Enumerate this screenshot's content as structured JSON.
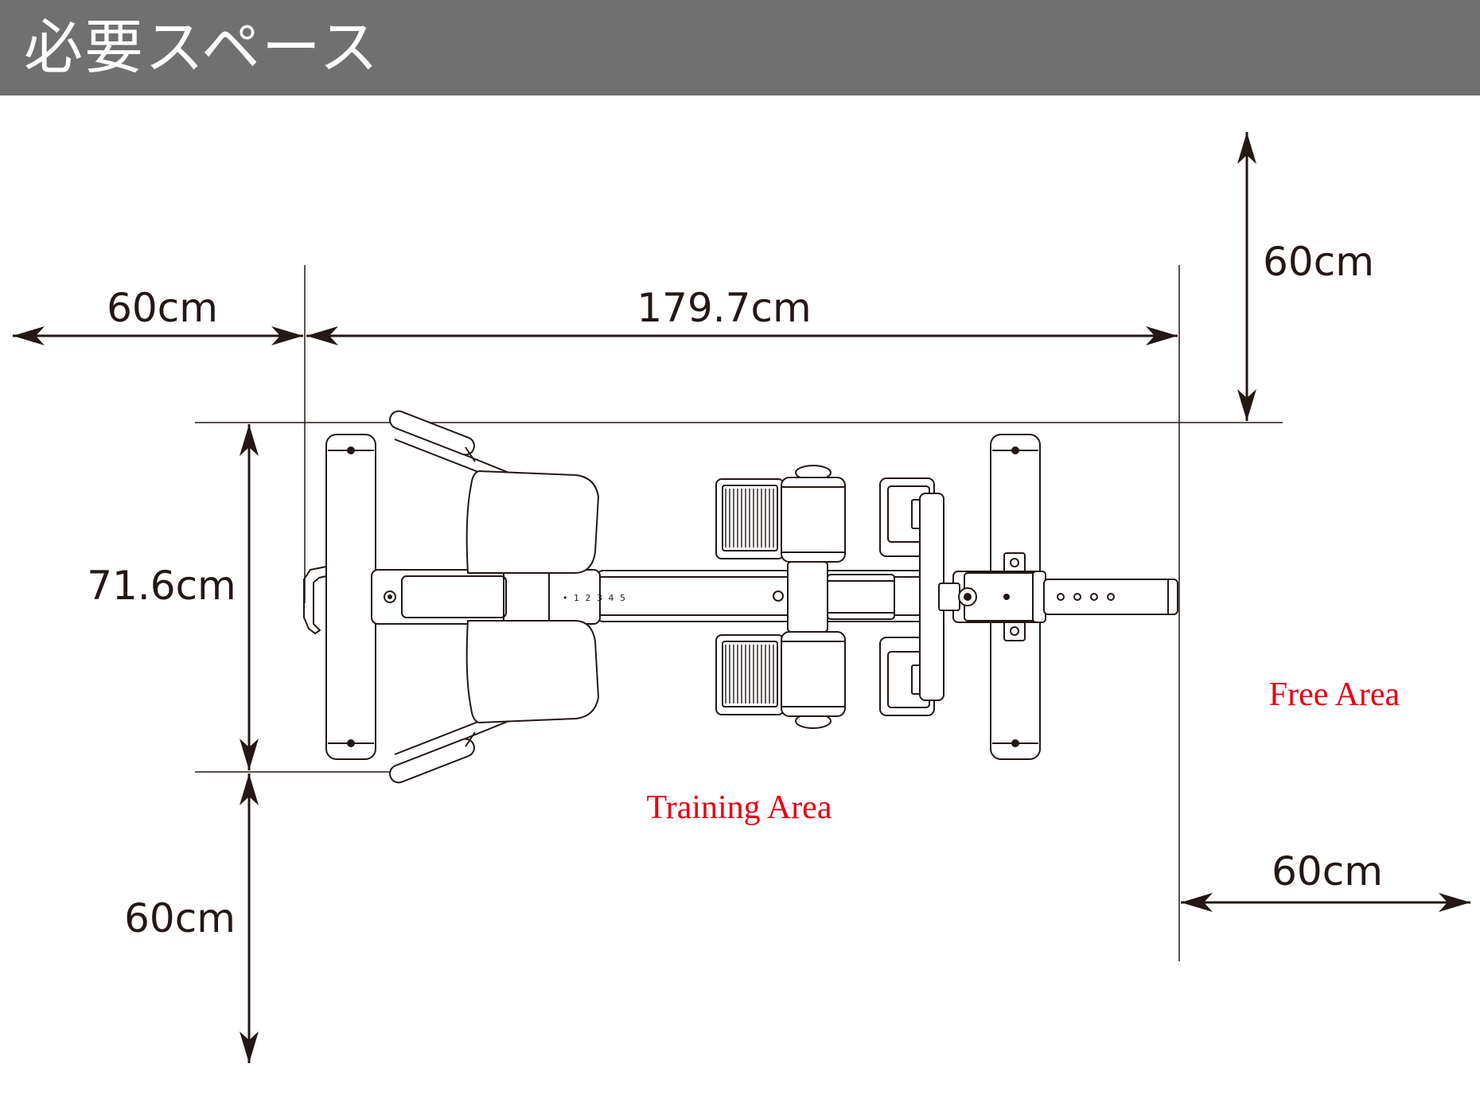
{
  "header": {
    "title": "必要スペース"
  },
  "dimensions": {
    "left_clearance": "60cm",
    "machine_length": "179.7cm",
    "top_clearance": "60cm",
    "machine_width": "71.6cm",
    "bottom_clearance": "60cm",
    "right_clearance": "60cm"
  },
  "areas": {
    "training": "Training Area",
    "free": "Free Area"
  },
  "seat_scale_marks": "• 1 2 3 4 5",
  "colors": {
    "header_bg": "#717071",
    "header_text": "#ffffff",
    "line": "#231815",
    "area_label": "#e60012"
  }
}
